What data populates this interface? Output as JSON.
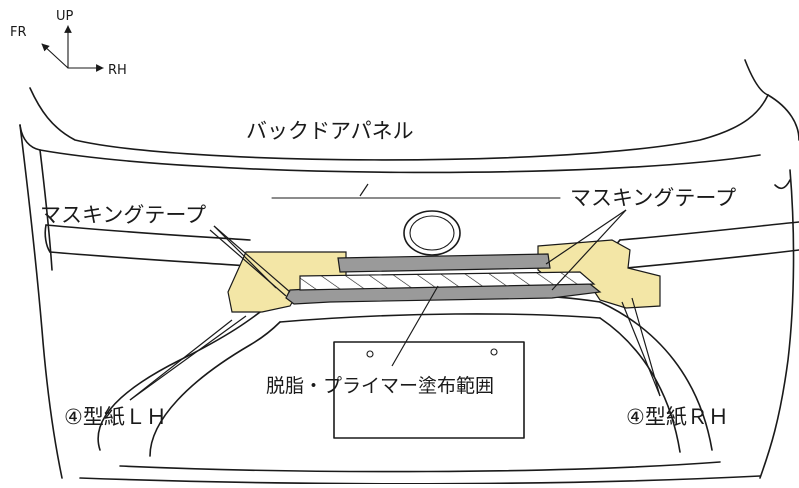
{
  "orientation": {
    "up": "UP",
    "fr": "FR",
    "rh": "RH"
  },
  "labels": {
    "back_door_panel": "バックドアパネル",
    "masking_tape_left": "マスキングテープ",
    "masking_tape_right": "マスキングテープ",
    "degrease_primer_area": "脱脂・プライマー塗布範囲",
    "template_lh": "④型紙ＬＨ",
    "template_rh": "④型紙ＲＨ"
  },
  "colors": {
    "template_paper": "#f3e6a6",
    "masking_tape": "#9a9a9a",
    "line": "#1a1a1a",
    "background": "#ffffff"
  }
}
